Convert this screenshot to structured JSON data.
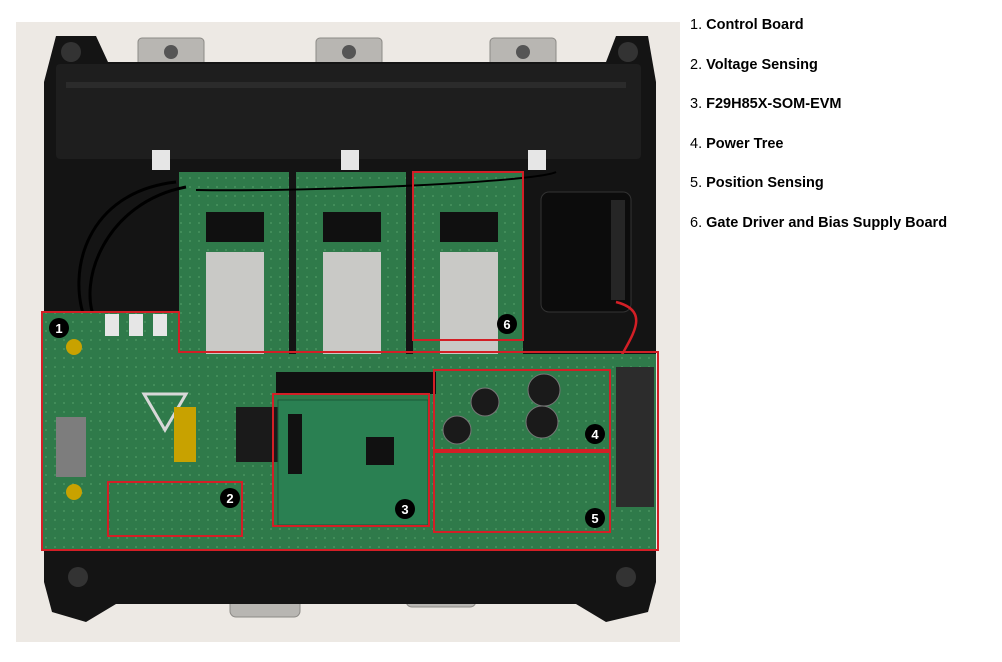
{
  "legend": [
    {
      "number": "1.",
      "label": "Control Board"
    },
    {
      "number": "2.",
      "label": "Voltage Sensing"
    },
    {
      "number": "3.",
      "label": "F29H85X-SOM-EVM"
    },
    {
      "number": "4.",
      "label": "Power Tree"
    },
    {
      "number": "5.",
      "label": "Position Sensing"
    },
    {
      "number": "6.",
      "label": "Gate Driver and Bias Supply Board"
    }
  ],
  "markers": [
    "1",
    "2",
    "3",
    "4",
    "5",
    "6"
  ],
  "colors": {
    "highlight": "#d31f26",
    "pcb": "#2f7a4a",
    "housing": "#141414",
    "metal": "#b8b6b2",
    "ribbon": "#c9c9c6"
  }
}
